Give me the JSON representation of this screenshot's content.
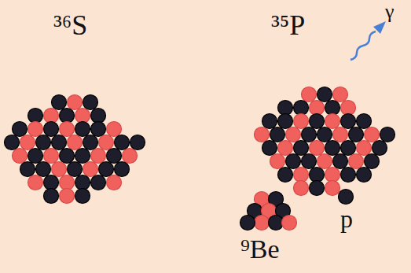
{
  "diagram": {
    "labels": [
      "³⁶S",
      "³⁵P",
      "γ",
      "p",
      "⁹Be"
    ]
  }
}
